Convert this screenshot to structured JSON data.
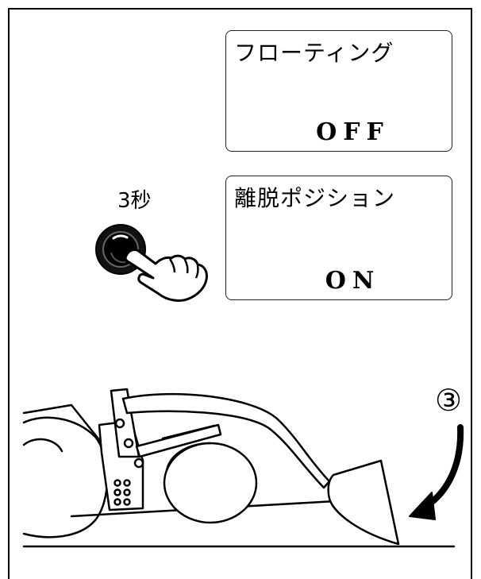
{
  "panels": [
    {
      "title": "フローティング",
      "value": "OFF"
    },
    {
      "title": "離脱ポジション",
      "value": "ON"
    }
  ],
  "hold_label": "3秒",
  "step_marker": "③",
  "icons": {
    "button": "control-knob-icon",
    "finger": "pressing-finger-icon",
    "arrow": "curved-arrow-icon",
    "machine": "front-loader-icon"
  }
}
